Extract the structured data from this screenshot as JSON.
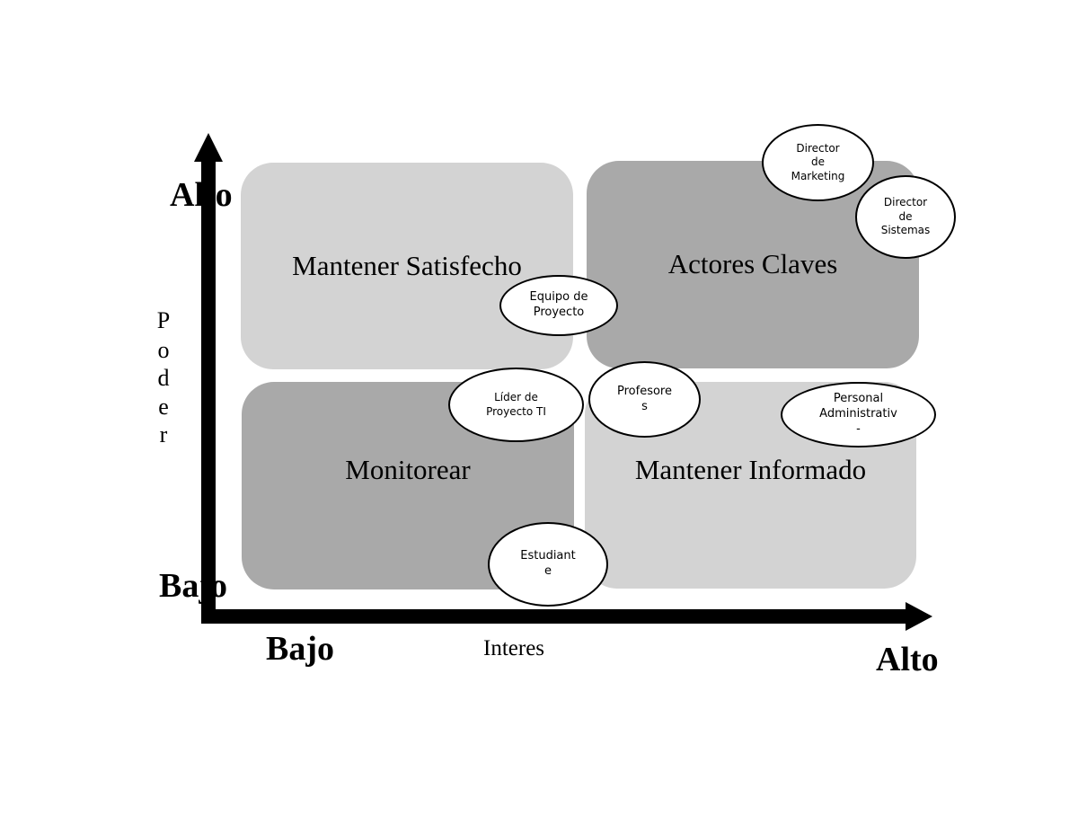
{
  "axes": {
    "y_high_label": "Alto",
    "y_low_label": "Bajo",
    "y_title_letters": [
      "P",
      "o",
      "d",
      "e",
      "r"
    ],
    "x_low_label": "Bajo",
    "x_title": "Interes",
    "x_high_label": "Alto"
  },
  "quadrants": {
    "top_left": "Mantener Satisfecho",
    "top_right": "Actores Claves",
    "bottom_left": "Monitorear",
    "bottom_right": "Mantener Informado"
  },
  "stakeholders": {
    "director_marketing": "Director\nde\nMarketing",
    "director_sistemas": "Director\nde\nSistemas",
    "equipo_proyecto": "Equipo de\nProyecto",
    "lider_proyecto_ti": "Líder de\nProyecto TI",
    "profesores": "Profesore\ns",
    "personal_administrativo": "Personal\nAdministrativ\n-",
    "estudiante": "Estudiant\ne"
  },
  "colors": {
    "quadrant_light": "#d3d3d3",
    "quadrant_dark": "#a9a9a9",
    "axis": "#000000"
  }
}
